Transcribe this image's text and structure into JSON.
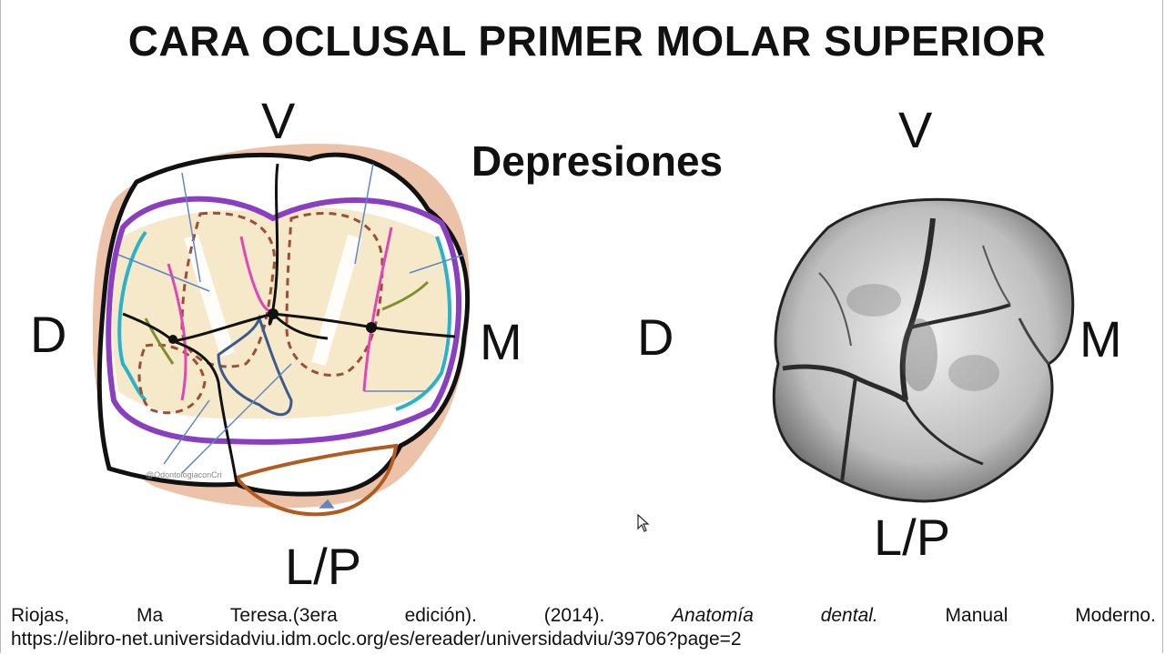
{
  "title": "CARA OCLUSAL PRIMER MOLAR SUPERIOR",
  "subtitle": "Depresiones",
  "left_diagram": {
    "label_top": "V",
    "label_left": "D",
    "label_right": "M",
    "label_bottom": "L/P",
    "watermark": "@OdontologiaconCri"
  },
  "right_diagram": {
    "label_top": "V",
    "label_left": "D",
    "label_right": "M",
    "label_bottom": "L/P"
  },
  "caption": {
    "words": [
      "Riojas,",
      "Ma",
      "Teresa.(3era",
      "edición).",
      "(2014).",
      "Anatomía",
      "dental.",
      "Manual",
      "Moderno."
    ],
    "url": "https://elibro-net.universidadviu.idm.oclc.org/es/ereader/universidadviu/39706?page=2"
  },
  "colors": {
    "outline": "#111111",
    "purple": "#8a3fc0",
    "cyan": "#2ab2c9",
    "pink": "#e046b8",
    "olive": "#7e8f2b",
    "brown_dashed": "#9a4f36",
    "navy": "#3c5a8c",
    "cusp_fill": "#f4e7c3",
    "skin": "#e9b89a",
    "orange_brown": "#b35a1f",
    "arrow_blue": "#5f86c2"
  }
}
